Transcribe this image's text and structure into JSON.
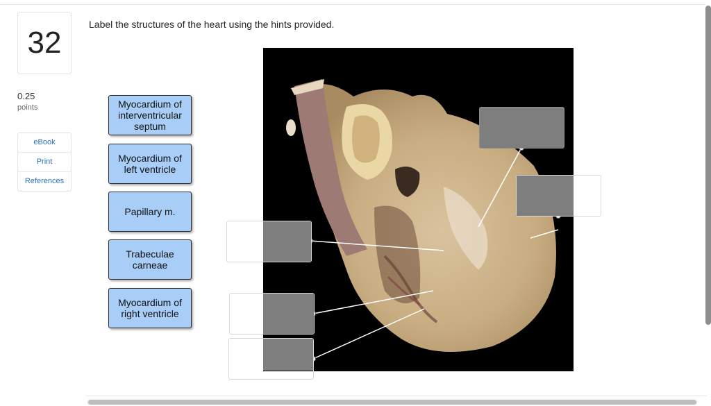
{
  "question": {
    "number": "32",
    "points_value": "0.25",
    "points_label": "points",
    "prompt": "Label the structures of the heart using the hints provided."
  },
  "tools": [
    {
      "label": "eBook"
    },
    {
      "label": "Print"
    },
    {
      "label": "References"
    }
  ],
  "labels": [
    {
      "text": "Myocardium of interventricular septum"
    },
    {
      "text": "Myocardium of left ventricle"
    },
    {
      "text": "Papillary m."
    },
    {
      "text": "Trabeculae carneae"
    },
    {
      "text": "Myocardium of right ventricle"
    }
  ],
  "colors": {
    "label_fill": "#a8cdf7",
    "drop_fill": "#7e7e7e",
    "link": "#2a6ebb"
  }
}
